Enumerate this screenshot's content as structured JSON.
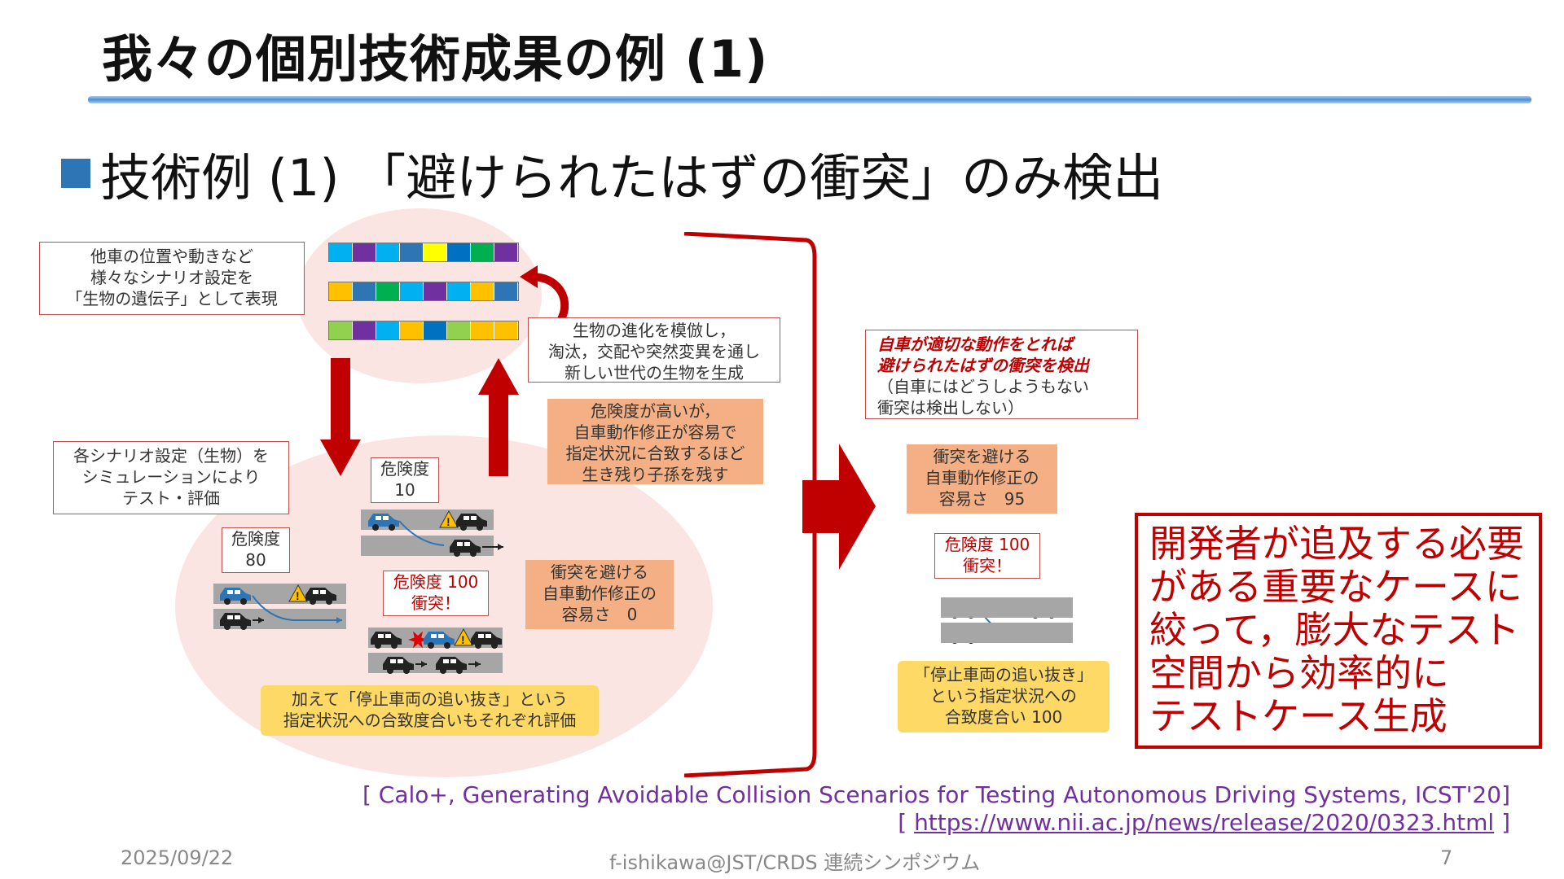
{
  "title": "我々の個別技術成果の例 (1)",
  "subtitle": "技術例 (1) 「避けられたはずの衝突」のみ検出",
  "callouts": {
    "genes": [
      "他車の位置や動きなど",
      "様々なシナリオ設定を",
      "「生物の遺伝子」として表現"
    ],
    "evolution": [
      "生物の進化を模倣し，",
      "淘汰，交配や突然変異を通し",
      "新しい世代の生物を生成"
    ],
    "selection": [
      "危険度が高いが，",
      "自車動作修正が容易で",
      "指定状況に合致するほど",
      "生き残り子孫を残す"
    ],
    "simulation": [
      "各シナリオ設定（生物）を",
      "シミュレーションにより",
      "テスト・評価"
    ],
    "ease_zero": [
      "衝突を避ける",
      "自車動作修正の",
      "容易さ　0"
    ],
    "extra_eval": [
      "加えて「停止車両の追い抜き」という",
      "指定状況への合致度合いもそれぞれ評価"
    ],
    "detect_red": [
      "自車が適切な動作をとれば",
      "避けられたはずの衝突を検出"
    ],
    "detect_note": [
      "（自車にはどうしようもない",
      "衝突は検出しない）"
    ],
    "ease_95": [
      "衝突を避ける",
      "自車動作修正の",
      "容易さ　95"
    ],
    "match_100": [
      "「停止車両の追い抜き」",
      "という指定状況への",
      "合致度合い 100"
    ]
  },
  "danger_labels": {
    "d10": [
      "危険度",
      "10"
    ],
    "d80": [
      "危険度",
      "80"
    ],
    "d100_left": [
      "危険度 100",
      "衝突！"
    ],
    "d100_right": [
      "危険度 100",
      "衝突！"
    ]
  },
  "chromosomes": [
    [
      "#00b0f0",
      "#7030a0",
      "#00b0f0",
      "#2e75b6",
      "#ffff00",
      "#0070c0",
      "#00b050",
      "#7030a0"
    ],
    [
      "#ffc000",
      "#2e75b6",
      "#00b050",
      "#00b0f0",
      "#7030a0",
      "#00b0f0",
      "#ffc000",
      "#2e75b6"
    ],
    [
      "#92d050",
      "#7030a0",
      "#00b0f0",
      "#ffc000",
      "#0070c0",
      "#92d050",
      "#ffc000",
      "#ffc000"
    ]
  ],
  "summary": [
    "開発者が追及する必要",
    "がある重要なケースに",
    "絞って，膨大なテスト",
    "空間から効率的に",
    "テストケース生成"
  ],
  "reference": {
    "citation": "[ Calo+, Generating Avoidable Collision Scenarios for Testing Autonomous Driving Systems, ICST'20]",
    "url_open": "[ ",
    "url": "https://www.nii.ac.jp/news/release/2020/0323.html",
    "url_close": " ]"
  },
  "footer": {
    "date": "2025/09/22",
    "center": "f-ishikawa@JST/CRDS 連続シンポジウム",
    "page": "7"
  },
  "colors": {
    "accent_red": "#c00000",
    "salmon": "#f4b084",
    "yellow": "#ffd966",
    "title_rule": "#4d8fd1",
    "bullet": "#2e75b6"
  }
}
